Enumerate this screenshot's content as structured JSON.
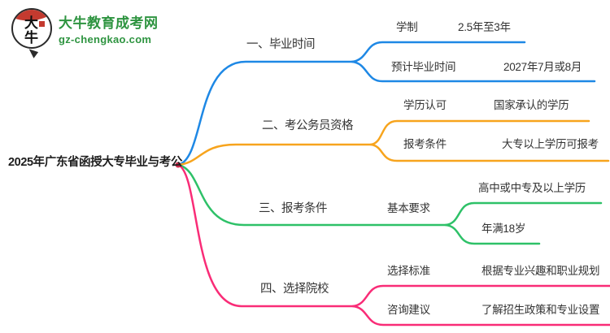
{
  "logo": {
    "icon_text": "大牛",
    "title": "大牛教育成考网",
    "domain": "gz-chengkao.com",
    "brand_green": "#2e9440",
    "icon_red": "#c43a2f"
  },
  "root": {
    "label": "2025年广东省函授大专毕业与考公",
    "dot_color": "#ce2b4d",
    "text_color": "#333333"
  },
  "branches": [
    {
      "label": "一、毕业时间",
      "color": "#1e88e5",
      "children": [
        {
          "label": "学制",
          "value": "2.5年至3年"
        },
        {
          "label": "预计毕业时间",
          "value": "2027年7月或8月"
        }
      ]
    },
    {
      "label": "二、考公务员资格",
      "color": "#f7a41d",
      "children": [
        {
          "label": "学历认可",
          "value": "国家承认的学历"
        },
        {
          "label": "报考条件",
          "value": "大专以上学历可报考"
        }
      ]
    },
    {
      "label": "三、报考条件",
      "color": "#2ec168",
      "subtopic": "基本要求",
      "children": [
        {
          "value": "高中或中专及以上学历"
        },
        {
          "value": "年满18岁"
        }
      ]
    },
    {
      "label": "四、选择院校",
      "color": "#f92c77",
      "children": [
        {
          "label": "选择标准",
          "value": "根据专业兴趣和职业规划"
        },
        {
          "label": "咨询建议",
          "value": "了解招生政策和专业设置"
        }
      ]
    }
  ]
}
